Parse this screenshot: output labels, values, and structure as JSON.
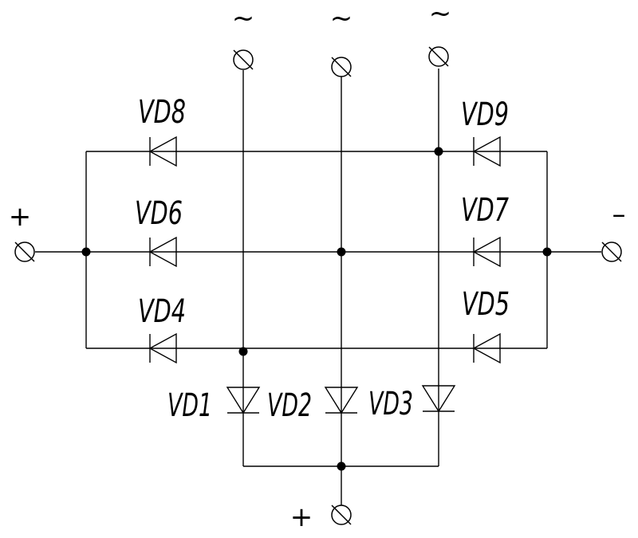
{
  "terminals": {
    "ac": [
      "~",
      "~",
      "~"
    ],
    "plus_left": "+",
    "minus_right": "–",
    "plus_bottom": "+"
  },
  "diodes": {
    "vd1": "VD1",
    "vd2": "VD2",
    "vd3": "VD3",
    "vd4": "VD4",
    "vd5": "VD5",
    "vd6": "VD6",
    "vd7": "VD7",
    "vd8": "VD8",
    "vd9": "VD9"
  }
}
